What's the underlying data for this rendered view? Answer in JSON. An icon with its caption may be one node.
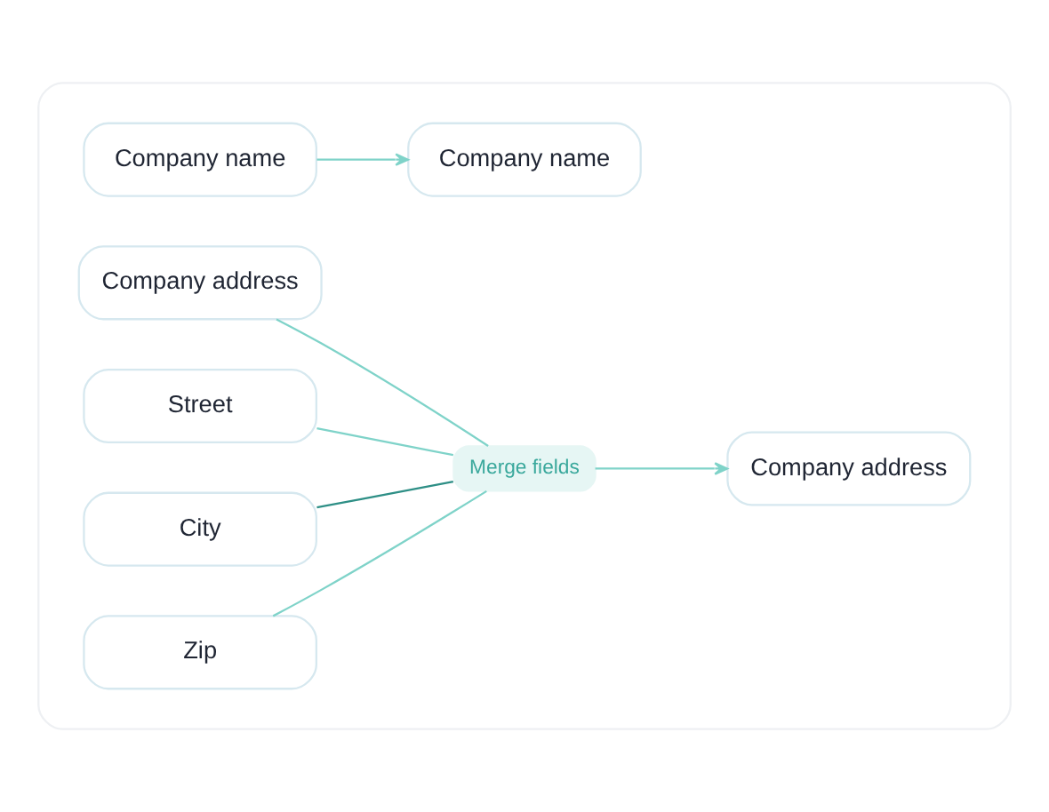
{
  "diagram": {
    "nodes": [
      {
        "text": [],
        "shape": "box"
      },
      {
        "text": [
          "Company name"
        ],
        "in": 0
      },
      {
        "text": [
          "Company address"
        ],
        "in": 0
      },
      {
        "text": [
          "Street"
        ],
        "in": 0
      },
      {
        "text": [
          "City"
        ],
        "in": 0
      },
      {
        "text": [
          "Zip"
        ],
        "in": 0
      },
      {
        "text": [
          "Merge fields"
        ],
        "in": 0
      },
      {
        "text": [
          "Company name"
        ],
        "in": 0
      },
      {
        "text": [
          "Company address"
        ],
        "in": 0
      }
    ],
    "edges": [
      {
        "from": 1,
        "to": 7,
        "arrow": "to"
      },
      {
        "from": 2,
        "to": 6,
        "arrow": "none"
      },
      {
        "from": 6,
        "to": 8,
        "arrow": "to"
      },
      {
        "from": 3,
        "to": 6,
        "arrow": "none"
      },
      {
        "from": 4,
        "to": 6,
        "arrow": "none",
        "color": "#2e8f86"
      },
      {
        "from": 5,
        "to": 6,
        "arrow": "none"
      }
    ]
  }
}
